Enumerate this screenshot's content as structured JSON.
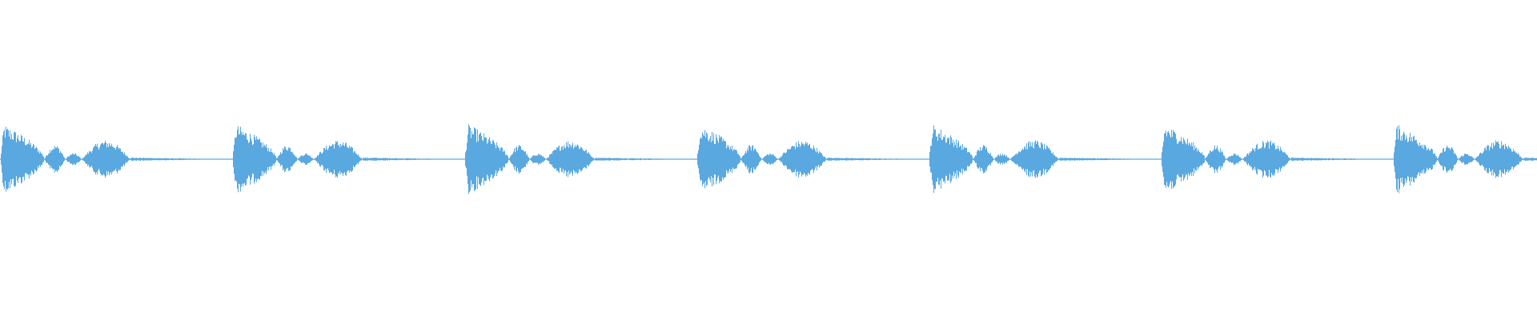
{
  "waveform": {
    "color": "#5aa8e0",
    "cycles": 7,
    "pattern": [
      {
        "kind": "burst",
        "amplitude": 1.0,
        "width_fraction": 0.19
      },
      {
        "kind": "burst",
        "amplitude": 0.42,
        "width_fraction": 0.09
      },
      {
        "kind": "burst",
        "amplitude": 0.18,
        "width_fraction": 0.07
      },
      {
        "kind": "burst",
        "amplitude": 0.55,
        "width_fraction": 0.21
      },
      {
        "kind": "tail",
        "amplitude": 0.05,
        "width_fraction": 0.44
      }
    ]
  }
}
